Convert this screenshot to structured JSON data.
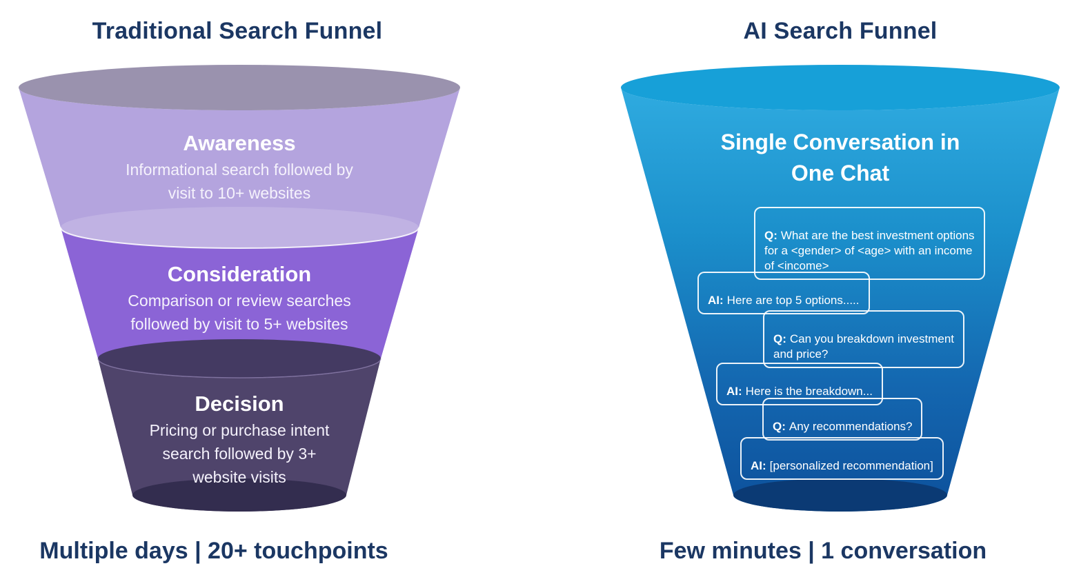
{
  "left": {
    "title": "Traditional Search Funnel",
    "stages": [
      {
        "name": "Awareness",
        "desc": "Informational search followed by\nvisit to 10+ websites"
      },
      {
        "name": "Consideration",
        "desc": "Comparison or review searches\nfollowed by visit to 5+ websites"
      },
      {
        "name": "Decision",
        "desc": "Pricing or purchase intent\nsearch followed by 3+\nwebsite visits"
      }
    ],
    "caption": "Multiple days | 20+ touchpoints"
  },
  "right": {
    "title": "AI Search Funnel",
    "heading": "Single Conversation in\nOne Chat",
    "bubbles": [
      {
        "prefix": "Q:",
        "text": "What are the best investment options\nfor a <gender> of <age> with an income\nof <income>"
      },
      {
        "prefix": "AI:",
        "text": "Here are top 5 options....."
      },
      {
        "prefix": "Q:",
        "text": "Can you breakdown investment\nand price?"
      },
      {
        "prefix": "AI:",
        "text": "Here is the breakdown..."
      },
      {
        "prefix": "Q:",
        "text": "Any recommendations?"
      },
      {
        "prefix": "AI:",
        "text": "[personalized recommendation]"
      }
    ],
    "caption": "Few minutes | 1 conversation"
  },
  "colors": {
    "title_navy": "#1b3763",
    "mouth_gray_purple": "#9a92ae",
    "awareness_purple": "#b4a4de",
    "surface1_light_purple": "#c0b2e3",
    "consideration_purple": "#8b64d6",
    "surface2_dark_purple": "#443a62",
    "decision_dark_purple": "#4f446b",
    "funnel_bottom_purple": "#332d4f",
    "seam1_stroke": "#ffffff",
    "seam2_stroke": "#9e8fc0",
    "ai_mouth_blue": "#17a0d8",
    "ai_bottom_navy": "#0b3a74",
    "blue_grad_top": "#2fabe0",
    "blue_grad_mid1": "#1b8fcb",
    "blue_grad_mid2": "#1467b0",
    "blue_grad_bottom": "#0d509b",
    "text_white": "#ffffff"
  }
}
